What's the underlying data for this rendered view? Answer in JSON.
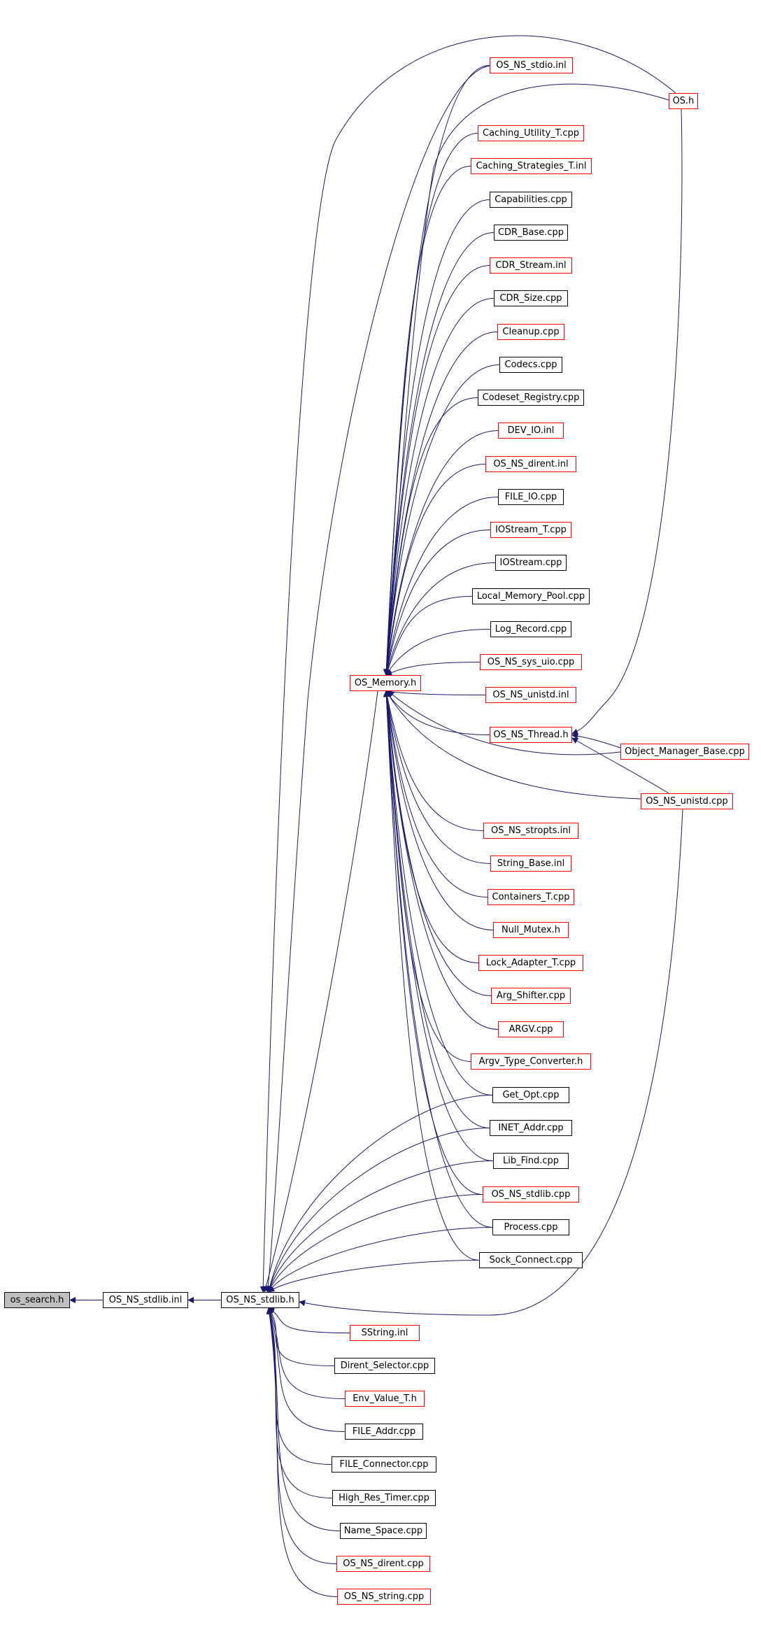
{
  "colors": {
    "edge": "#191970",
    "node_border": "#000000",
    "undoc_border": "#ff0000",
    "focus_fill": "#bfbfbf"
  },
  "nodes": {
    "os_search_h": {
      "label": "os_search.h",
      "style": "focus"
    },
    "os_ns_stdlib_inl": {
      "label": "OS_NS_stdlib.inl",
      "style": "black"
    },
    "os_ns_stdlib_h": {
      "label": "OS_NS_stdlib.h",
      "style": "black"
    },
    "os_memory_h": {
      "label": "OS_Memory.h",
      "style": "red"
    },
    "os_h": {
      "label": "OS.h",
      "style": "red"
    },
    "os_ns_thread_h": {
      "label": "OS_NS_Thread.h",
      "style": "red"
    },
    "object_manager_base_cpp": {
      "label": "Object_Manager_Base.cpp",
      "style": "red"
    },
    "os_ns_unistd_cpp": {
      "label": "OS_NS_unistd.cpp",
      "style": "red"
    },
    "os_ns_stdio_inl": {
      "label": "OS_NS_stdio.inl",
      "style": "red"
    },
    "caching_utility_t_cpp": {
      "label": "Caching_Utility_T.cpp",
      "style": "red"
    },
    "caching_strategies_t_inl": {
      "label": "Caching_Strategies_T.inl",
      "style": "red"
    },
    "capabilities_cpp": {
      "label": "Capabilities.cpp",
      "style": "black"
    },
    "cdr_base_cpp": {
      "label": "CDR_Base.cpp",
      "style": "black"
    },
    "cdr_stream_inl": {
      "label": "CDR_Stream.inl",
      "style": "red"
    },
    "cdr_size_cpp": {
      "label": "CDR_Size.cpp",
      "style": "black"
    },
    "cleanup_cpp": {
      "label": "Cleanup.cpp",
      "style": "red"
    },
    "codecs_cpp": {
      "label": "Codecs.cpp",
      "style": "black"
    },
    "codeset_registry_cpp": {
      "label": "Codeset_Registry.cpp",
      "style": "black"
    },
    "dev_io_inl": {
      "label": "DEV_IO.inl",
      "style": "red"
    },
    "os_ns_dirent_inl": {
      "label": "OS_NS_dirent.inl",
      "style": "red"
    },
    "file_io_cpp": {
      "label": "FILE_IO.cpp",
      "style": "black"
    },
    "iostream_t_cpp": {
      "label": "IOStream_T.cpp",
      "style": "red"
    },
    "iostream_cpp": {
      "label": "IOStream.cpp",
      "style": "black"
    },
    "local_memory_pool_cpp": {
      "label": "Local_Memory_Pool.cpp",
      "style": "black"
    },
    "log_record_cpp": {
      "label": "Log_Record.cpp",
      "style": "black"
    },
    "os_ns_sys_uio_cpp": {
      "label": "OS_NS_sys_uio.cpp",
      "style": "red"
    },
    "os_ns_unistd_inl": {
      "label": "OS_NS_unistd.inl",
      "style": "red"
    },
    "os_ns_stropts_inl": {
      "label": "OS_NS_stropts.inl",
      "style": "red"
    },
    "string_base_inl": {
      "label": "String_Base.inl",
      "style": "red"
    },
    "containers_t_cpp": {
      "label": "Containers_T.cpp",
      "style": "red"
    },
    "null_mutex_h": {
      "label": "Null_Mutex.h",
      "style": "red"
    },
    "lock_adapter_t_cpp": {
      "label": "Lock_Adapter_T.cpp",
      "style": "red"
    },
    "arg_shifter_cpp": {
      "label": "Arg_Shifter.cpp",
      "style": "red"
    },
    "argv_cpp": {
      "label": "ARGV.cpp",
      "style": "red"
    },
    "argv_type_converter_h": {
      "label": "Argv_Type_Converter.h",
      "style": "red"
    },
    "get_opt_cpp": {
      "label": "Get_Opt.cpp",
      "style": "black"
    },
    "inet_addr_cpp": {
      "label": "INET_Addr.cpp",
      "style": "black"
    },
    "lib_find_cpp": {
      "label": "Lib_Find.cpp",
      "style": "black"
    },
    "os_ns_stdlib_cpp": {
      "label": "OS_NS_stdlib.cpp",
      "style": "red"
    },
    "process_cpp": {
      "label": "Process.cpp",
      "style": "black"
    },
    "sock_connect_cpp": {
      "label": "Sock_Connect.cpp",
      "style": "black"
    },
    "sstring_inl": {
      "label": "SString.inl",
      "style": "red"
    },
    "dirent_selector_cpp": {
      "label": "Dirent_Selector.cpp",
      "style": "black"
    },
    "env_value_t_h": {
      "label": "Env_Value_T.h",
      "style": "red"
    },
    "file_addr_cpp": {
      "label": "FILE_Addr.cpp",
      "style": "black"
    },
    "file_connector_cpp": {
      "label": "FILE_Connector.cpp",
      "style": "black"
    },
    "high_res_timer_cpp": {
      "label": "High_Res_Timer.cpp",
      "style": "black"
    },
    "name_space_cpp": {
      "label": "Name_Space.cpp",
      "style": "black"
    },
    "os_ns_dirent_cpp": {
      "label": "OS_NS_dirent.cpp",
      "style": "red"
    },
    "os_ns_string_cpp": {
      "label": "OS_NS_string.cpp",
      "style": "red"
    }
  },
  "edges": [
    [
      "os_ns_stdlib_inl",
      "os_search_h"
    ],
    [
      "os_ns_stdlib_h",
      "os_ns_stdlib_inl"
    ],
    [
      "os_memory_h",
      "os_ns_stdlib_h"
    ],
    [
      "os_ns_stdio_inl",
      "os_ns_stdlib_h"
    ],
    [
      "os_h",
      "os_ns_stdlib_h"
    ],
    [
      "os_ns_unistd_cpp",
      "os_ns_stdlib_h"
    ],
    [
      "get_opt_cpp",
      "os_ns_stdlib_h"
    ],
    [
      "inet_addr_cpp",
      "os_ns_stdlib_h"
    ],
    [
      "lib_find_cpp",
      "os_ns_stdlib_h"
    ],
    [
      "os_ns_stdlib_cpp",
      "os_ns_stdlib_h"
    ],
    [
      "process_cpp",
      "os_ns_stdlib_h"
    ],
    [
      "sock_connect_cpp",
      "os_ns_stdlib_h"
    ],
    [
      "sstring_inl",
      "os_ns_stdlib_h"
    ],
    [
      "dirent_selector_cpp",
      "os_ns_stdlib_h"
    ],
    [
      "env_value_t_h",
      "os_ns_stdlib_h"
    ],
    [
      "file_addr_cpp",
      "os_ns_stdlib_h"
    ],
    [
      "file_connector_cpp",
      "os_ns_stdlib_h"
    ],
    [
      "high_res_timer_cpp",
      "os_ns_stdlib_h"
    ],
    [
      "name_space_cpp",
      "os_ns_stdlib_h"
    ],
    [
      "os_ns_dirent_cpp",
      "os_ns_stdlib_h"
    ],
    [
      "os_ns_string_cpp",
      "os_ns_stdlib_h"
    ],
    [
      "os_ns_stdio_inl",
      "os_memory_h"
    ],
    [
      "os_h",
      "os_memory_h"
    ],
    [
      "caching_utility_t_cpp",
      "os_memory_h"
    ],
    [
      "caching_strategies_t_inl",
      "os_memory_h"
    ],
    [
      "capabilities_cpp",
      "os_memory_h"
    ],
    [
      "cdr_base_cpp",
      "os_memory_h"
    ],
    [
      "cdr_stream_inl",
      "os_memory_h"
    ],
    [
      "cdr_size_cpp",
      "os_memory_h"
    ],
    [
      "cleanup_cpp",
      "os_memory_h"
    ],
    [
      "codecs_cpp",
      "os_memory_h"
    ],
    [
      "codeset_registry_cpp",
      "os_memory_h"
    ],
    [
      "dev_io_inl",
      "os_memory_h"
    ],
    [
      "os_ns_dirent_inl",
      "os_memory_h"
    ],
    [
      "file_io_cpp",
      "os_memory_h"
    ],
    [
      "iostream_t_cpp",
      "os_memory_h"
    ],
    [
      "iostream_cpp",
      "os_memory_h"
    ],
    [
      "local_memory_pool_cpp",
      "os_memory_h"
    ],
    [
      "log_record_cpp",
      "os_memory_h"
    ],
    [
      "os_ns_sys_uio_cpp",
      "os_memory_h"
    ],
    [
      "os_ns_unistd_inl",
      "os_memory_h"
    ],
    [
      "os_ns_thread_h",
      "os_memory_h"
    ],
    [
      "object_manager_base_cpp",
      "os_memory_h"
    ],
    [
      "os_ns_unistd_cpp",
      "os_memory_h"
    ],
    [
      "os_ns_stropts_inl",
      "os_memory_h"
    ],
    [
      "string_base_inl",
      "os_memory_h"
    ],
    [
      "containers_t_cpp",
      "os_memory_h"
    ],
    [
      "null_mutex_h",
      "os_memory_h"
    ],
    [
      "lock_adapter_t_cpp",
      "os_memory_h"
    ],
    [
      "arg_shifter_cpp",
      "os_memory_h"
    ],
    [
      "argv_cpp",
      "os_memory_h"
    ],
    [
      "argv_type_converter_h",
      "os_memory_h"
    ],
    [
      "get_opt_cpp",
      "os_memory_h"
    ],
    [
      "inet_addr_cpp",
      "os_memory_h"
    ],
    [
      "lib_find_cpp",
      "os_memory_h"
    ],
    [
      "os_ns_stdlib_cpp",
      "os_memory_h"
    ],
    [
      "process_cpp",
      "os_memory_h"
    ],
    [
      "sock_connect_cpp",
      "os_memory_h"
    ],
    [
      "os_h",
      "os_ns_thread_h"
    ],
    [
      "object_manager_base_cpp",
      "os_ns_thread_h"
    ],
    [
      "os_ns_unistd_cpp",
      "os_ns_thread_h"
    ]
  ]
}
